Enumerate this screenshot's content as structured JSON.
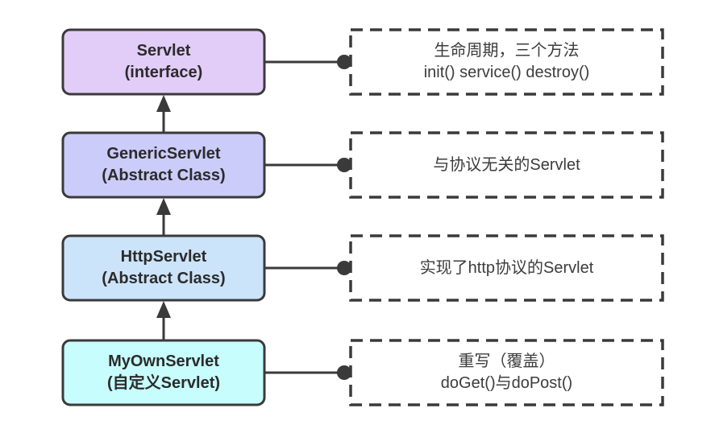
{
  "diagram": {
    "title": "Servlet class hierarchy",
    "background_color": "#ffffff",
    "stroke_color": "#3a3a3a",
    "node_text_color": "#2b2b2b",
    "note_text_color": "#3c3c3c",
    "rows": [
      {
        "node": {
          "line1": "Servlet",
          "line2": "(interface)",
          "fill": "#e2cdf8"
        },
        "note": {
          "line1": "生命周期，三个方法",
          "line2": "init() service() destroy()"
        }
      },
      {
        "node": {
          "line1": "GenericServlet",
          "line2": "(Abstract Class)",
          "fill": "#cbccfa"
        },
        "note": {
          "line1": "与协议无关的Servlet",
          "line2": ""
        }
      },
      {
        "node": {
          "line1": "HttpServlet",
          "line2": "(Abstract Class)",
          "fill": "#cce4fa"
        },
        "note": {
          "line1": "实现了http协议的Servlet",
          "line2": ""
        }
      },
      {
        "node": {
          "line1": "MyOwnServlet",
          "line2": "(自定义Servlet)",
          "fill": "#c8fdfd"
        },
        "note": {
          "line1": "重写（覆盖）",
          "line2": "doGet()与doPost()"
        }
      }
    ]
  }
}
